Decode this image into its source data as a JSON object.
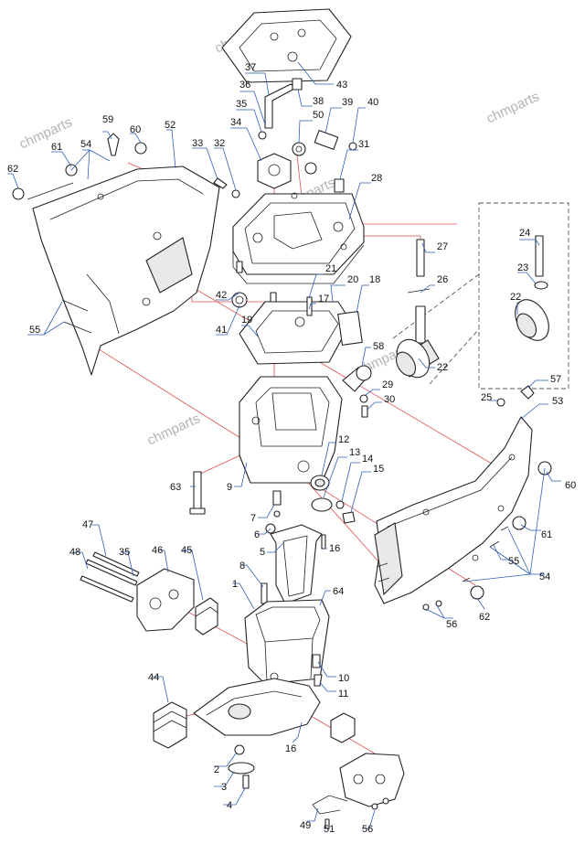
{
  "watermark": "chmparts",
  "callouts": [
    {
      "id": "43",
      "text": "43"
    },
    {
      "id": "37",
      "text": "37"
    },
    {
      "id": "36",
      "text": "36"
    },
    {
      "id": "38",
      "text": "38"
    },
    {
      "id": "35a",
      "text": "35"
    },
    {
      "id": "50",
      "text": "50"
    },
    {
      "id": "39",
      "text": "39"
    },
    {
      "id": "40",
      "text": "40"
    },
    {
      "id": "34",
      "text": "34"
    },
    {
      "id": "31",
      "text": "31"
    },
    {
      "id": "59",
      "text": "59"
    },
    {
      "id": "60a",
      "text": "60"
    },
    {
      "id": "52",
      "text": "52"
    },
    {
      "id": "33",
      "text": "33"
    },
    {
      "id": "32",
      "text": "32"
    },
    {
      "id": "61a",
      "text": "61"
    },
    {
      "id": "54a",
      "text": "54"
    },
    {
      "id": "62a",
      "text": "62"
    },
    {
      "id": "28",
      "text": "28"
    },
    {
      "id": "24",
      "text": "24"
    },
    {
      "id": "27",
      "text": "27"
    },
    {
      "id": "23",
      "text": "23"
    },
    {
      "id": "26",
      "text": "26"
    },
    {
      "id": "21",
      "text": "21"
    },
    {
      "id": "20",
      "text": "20"
    },
    {
      "id": "18",
      "text": "18"
    },
    {
      "id": "22a",
      "text": "22"
    },
    {
      "id": "42",
      "text": "42"
    },
    {
      "id": "17",
      "text": "17"
    },
    {
      "id": "41",
      "text": "41"
    },
    {
      "id": "19",
      "text": "19"
    },
    {
      "id": "55a",
      "text": "55"
    },
    {
      "id": "58",
      "text": "58"
    },
    {
      "id": "22b",
      "text": "22"
    },
    {
      "id": "57",
      "text": "57"
    },
    {
      "id": "29",
      "text": "29"
    },
    {
      "id": "25",
      "text": "25"
    },
    {
      "id": "53",
      "text": "53"
    },
    {
      "id": "30",
      "text": "30"
    },
    {
      "id": "12",
      "text": "12"
    },
    {
      "id": "13",
      "text": "13"
    },
    {
      "id": "14",
      "text": "14"
    },
    {
      "id": "15",
      "text": "15"
    },
    {
      "id": "60b",
      "text": "60"
    },
    {
      "id": "63",
      "text": "63"
    },
    {
      "id": "9",
      "text": "9"
    },
    {
      "id": "7",
      "text": "7"
    },
    {
      "id": "6",
      "text": "6"
    },
    {
      "id": "16a",
      "text": "16"
    },
    {
      "id": "61b",
      "text": "61"
    },
    {
      "id": "47",
      "text": "47"
    },
    {
      "id": "48",
      "text": "48"
    },
    {
      "id": "35b",
      "text": "35"
    },
    {
      "id": "46",
      "text": "46"
    },
    {
      "id": "45",
      "text": "45"
    },
    {
      "id": "5",
      "text": "5"
    },
    {
      "id": "55b",
      "text": "55"
    },
    {
      "id": "54b",
      "text": "54"
    },
    {
      "id": "8",
      "text": "8"
    },
    {
      "id": "1",
      "text": "1"
    },
    {
      "id": "64",
      "text": "64"
    },
    {
      "id": "56a",
      "text": "56"
    },
    {
      "id": "62b",
      "text": "62"
    },
    {
      "id": "10",
      "text": "10"
    },
    {
      "id": "11",
      "text": "11"
    },
    {
      "id": "44",
      "text": "44"
    },
    {
      "id": "16b",
      "text": "16"
    },
    {
      "id": "2",
      "text": "2"
    },
    {
      "id": "3",
      "text": "3"
    },
    {
      "id": "4",
      "text": "4"
    },
    {
      "id": "49",
      "text": "49"
    },
    {
      "id": "51",
      "text": "51"
    },
    {
      "id": "56b",
      "text": "56"
    }
  ]
}
